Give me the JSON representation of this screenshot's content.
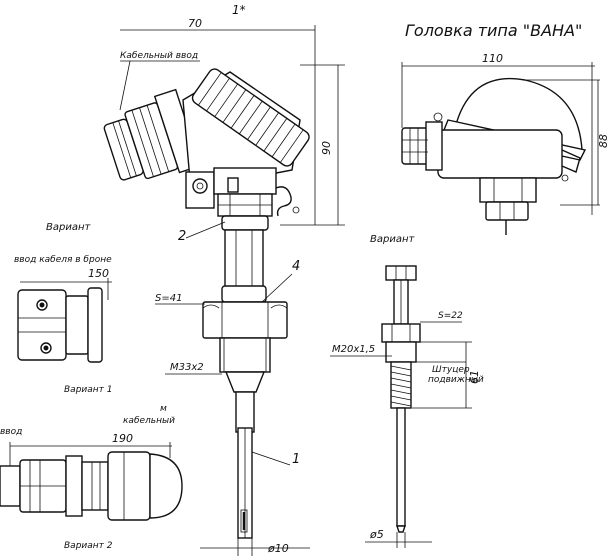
{
  "sheet": {
    "top_mark": "1*",
    "top_dim": "70",
    "head_title": "Головка типа \"ВАНА\"",
    "cable_entry": "Кабельный ввод",
    "variant_title": "Вариант",
    "variant_sub": "ввод кабеля в броне",
    "variant1": "Вариант 1",
    "variant2": "Вариант 2",
    "cable_note": "кабельный",
    "note_m": "м",
    "entry2": "ввод",
    "label_partial": "Вариант"
  },
  "dimensions": {
    "height_90": "90",
    "width_110": "110",
    "height_88": "88",
    "len_150": "150",
    "len_190": "190",
    "len_61": "61",
    "s41": "S=41",
    "s22": "S=22",
    "thread": "М33х2",
    "thread2": "М20х1,5",
    "d10": "ø10",
    "d5": "ø5"
  },
  "callouts": {
    "c1": "1",
    "c2": "2",
    "c4": "4",
    "fitting": "Штуцер",
    "fitting2": "подвижный"
  }
}
